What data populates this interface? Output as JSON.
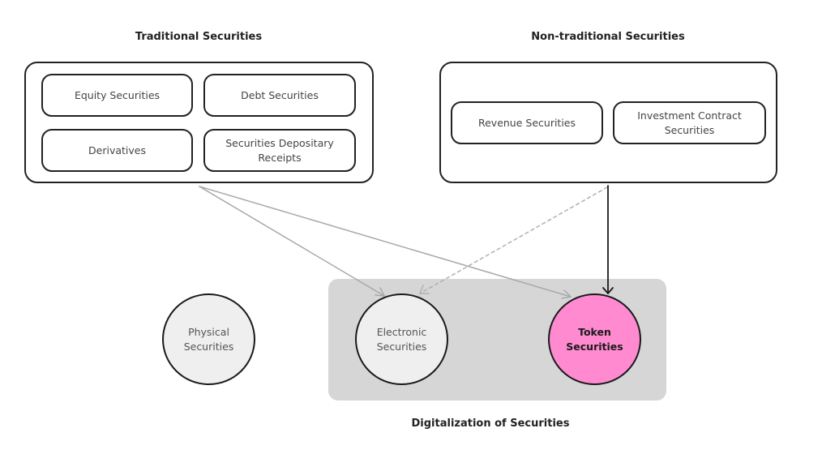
{
  "traditional": {
    "title": "Traditional Securities",
    "items": [
      {
        "label": "Equity Securities"
      },
      {
        "label": "Debt Securities"
      },
      {
        "label": "Derivatives"
      },
      {
        "label": "Securities Depositary Receipts"
      }
    ]
  },
  "non_traditional": {
    "title": "Non-traditional Securities",
    "items": [
      {
        "label": "Revenue Securities"
      },
      {
        "label": "Investment Contract Securities"
      }
    ]
  },
  "forms": {
    "physical": {
      "label": "Physical Securities"
    },
    "electronic": {
      "label": "Electronic Securities"
    },
    "token": {
      "label": "Token Securities"
    }
  },
  "digitalization": {
    "title": "Digitalization of Securities"
  },
  "colors": {
    "token_fill": "#ff8ad0",
    "panel_fill": "#d6d6d6",
    "circle_fill": "#efefef",
    "arrow_gray": "#a8a8a8",
    "arrow_black": "#1a1a1a"
  },
  "connections": [
    {
      "from": "traditional",
      "to": "electronic",
      "style": "solid-gray"
    },
    {
      "from": "traditional",
      "to": "token",
      "style": "solid-gray"
    },
    {
      "from": "non_traditional",
      "to": "electronic",
      "style": "dashed-gray"
    },
    {
      "from": "non_traditional",
      "to": "token",
      "style": "solid-black"
    }
  ]
}
